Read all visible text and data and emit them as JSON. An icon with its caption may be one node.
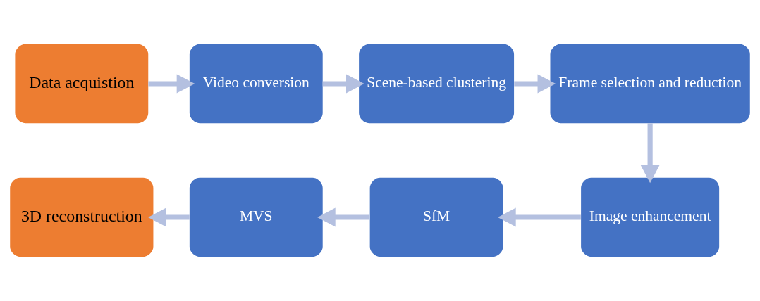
{
  "diagram": {
    "nodes": [
      {
        "text": [
          "Data acquistion"
        ]
      },
      {
        "text": [
          "Video conversion"
        ]
      },
      {
        "text": [
          "Scene-based clustering"
        ]
      },
      {
        "text": [
          "Frame selection and reduction"
        ]
      },
      {
        "text": [
          "Image enhancement"
        ]
      },
      {
        "text": [
          "SfM"
        ]
      },
      {
        "text": [
          "MVS"
        ]
      },
      {
        "text": [
          "3D reconstruction"
        ]
      }
    ],
    "edges": [
      {
        "from": 0,
        "to": 1,
        "arrow": "to"
      },
      {
        "from": 1,
        "to": 2,
        "arrow": "to"
      },
      {
        "from": 2,
        "to": 3,
        "arrow": "to"
      },
      {
        "from": 3,
        "to": 4,
        "arrow": "to"
      },
      {
        "from": 4,
        "to": 5,
        "arrow": "to"
      },
      {
        "from": 5,
        "to": 6,
        "arrow": "to"
      },
      {
        "from": 6,
        "to": 7,
        "arrow": "to"
      }
    ]
  }
}
